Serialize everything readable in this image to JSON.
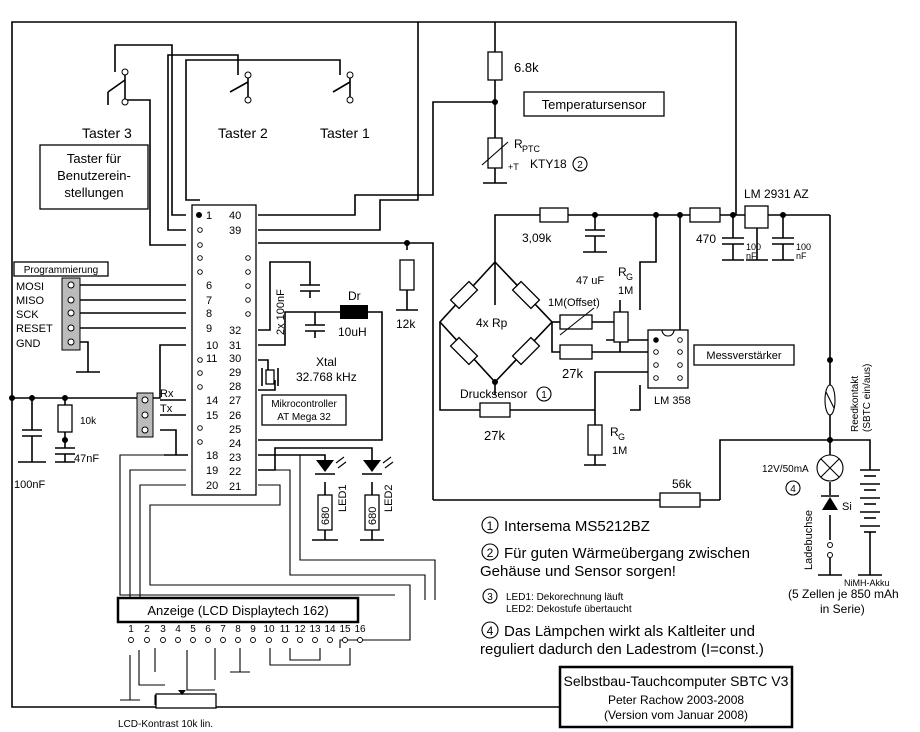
{
  "switches": {
    "t3": "Taster 3",
    "t2": "Taster 2",
    "t1": "Taster 1",
    "box_line1": "Taster für",
    "box_line2": "Benutzerein-",
    "box_line3": "stellungen"
  },
  "resistor_68k": "6.8k",
  "temp_sensor": {
    "box": "Temperatursensor",
    "r_label": "R",
    "r_sub": "PTC",
    "plus_t": "+T",
    "part": "KTY18",
    "note_num": "2"
  },
  "programming": {
    "title": "Programmierung",
    "pins": [
      "MOSI",
      "MISO",
      "SCK",
      "RESET",
      "GND"
    ]
  },
  "mcu": {
    "left_pins": [
      "1",
      "6",
      "7",
      "8",
      "9",
      "10",
      "11",
      "14",
      "15",
      "18",
      "19",
      "20"
    ],
    "right_pins": [
      "40",
      "39",
      "32",
      "31",
      "30",
      "29",
      "28",
      "27",
      "26",
      "25",
      "24",
      "23",
      "22",
      "21"
    ],
    "label_line1": "Mikrocontroller",
    "label_line2": "AT Mega 32"
  },
  "serial": {
    "rx": "Rx",
    "tx": "Tx"
  },
  "passives": {
    "caps_2x": "2x 100nF",
    "dr": "Dr",
    "dr_value": "10uH",
    "r12k": "12k",
    "xtal": "Xtal",
    "xtal_freq": "32.768 kHz",
    "r10k": "10k",
    "c47n": "47nF",
    "c100n": "100nF",
    "r680a": "680",
    "r680b": "680",
    "led1": "LED1",
    "led2": "LED2"
  },
  "pressure": {
    "bridge": "4x Rp",
    "sensor_label": "Drucksensor",
    "note_num": "1",
    "r27k_bottom": "27k",
    "r27k_mid": "27k",
    "r309k": "3,09k",
    "c47u": "47 uF",
    "offset": "1M(Offset)",
    "rg_top": "R",
    "rg_top_sub": "G",
    "rg_top_val": "1M",
    "rg_bot": "R",
    "rg_bot_sub": "G",
    "rg_bot_val": "1M",
    "amp_box": "Messverstärker",
    "amp_part": "LM 358"
  },
  "power": {
    "regulator": "LM 2931 AZ",
    "r470": "470",
    "c100n_a1": "100",
    "c100n_a2": "nF",
    "c100n_b1": "100",
    "c100n_b2": "nF",
    "reed1": "Reedkontakt",
    "reed2": "(SBTC ein/aus)",
    "lamp": "12V/50mA",
    "si": "Si",
    "jack": "Ladebuchse",
    "battery": "NiMH-Akku",
    "r56k": "56k",
    "cells1": "(5 Zellen je 850 mAh",
    "cells2": "in Serie)",
    "note_num": "4"
  },
  "lcd": {
    "title": "Anzeige (LCD Displaytech 162)",
    "pins": [
      "1",
      "2",
      "3",
      "4",
      "5",
      "6",
      "7",
      "8",
      "9",
      "10",
      "11",
      "12",
      "13",
      "14",
      "15",
      "16"
    ],
    "pot_label": "LCD-Kontrast 10k lin."
  },
  "notes": {
    "n1_num": "1",
    "n1": "Intersema MS5212BZ",
    "n2_num": "2",
    "n2_line1": "Für guten Wärmeübergang zwischen",
    "n2_line2": "Gehäuse und Sensor sorgen!",
    "n3_num": "3",
    "n3_line1": "LED1: Dekorechnung läuft",
    "n3_line2": "LED2: Dekostufe übertaucht",
    "n4_num": "4",
    "n4_line1": "Das Lämpchen wirkt als Kaltleiter und",
    "n4_line2": "reguliert dadurch den Ladestrom (I=const.)"
  },
  "title_block": {
    "title": "Selbstbau-Tauchcomputer SBTC V3",
    "author": "Peter Rachow 2003-2008",
    "version": "(Version vom Januar 2008)"
  }
}
